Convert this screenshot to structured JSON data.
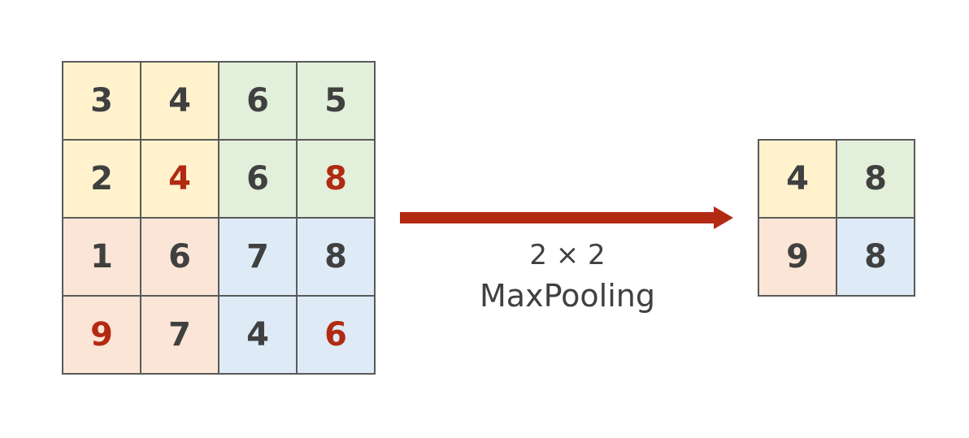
{
  "colors": {
    "yellow": "#fff2cc",
    "green": "#e2efda",
    "peach": "#fbe5d6",
    "blue": "#deebf7",
    "max_text": "#b22a12",
    "normal_text": "#404040",
    "arrow": "#b22a12"
  },
  "input_matrix": [
    [
      {
        "value": "3",
        "quad": "yellow",
        "max": false
      },
      {
        "value": "4",
        "quad": "yellow",
        "max": false
      },
      {
        "value": "6",
        "quad": "green",
        "max": false
      },
      {
        "value": "5",
        "quad": "green",
        "max": false
      }
    ],
    [
      {
        "value": "2",
        "quad": "yellow",
        "max": false
      },
      {
        "value": "4",
        "quad": "yellow",
        "max": true
      },
      {
        "value": "6",
        "quad": "green",
        "max": false
      },
      {
        "value": "8",
        "quad": "green",
        "max": true
      }
    ],
    [
      {
        "value": "1",
        "quad": "peach",
        "max": false
      },
      {
        "value": "6",
        "quad": "peach",
        "max": false
      },
      {
        "value": "7",
        "quad": "blue",
        "max": false
      },
      {
        "value": "8",
        "quad": "blue",
        "max": false
      }
    ],
    [
      {
        "value": "9",
        "quad": "peach",
        "max": true
      },
      {
        "value": "7",
        "quad": "peach",
        "max": false
      },
      {
        "value": "4",
        "quad": "blue",
        "max": false
      },
      {
        "value": "6",
        "quad": "blue",
        "max": true
      }
    ]
  ],
  "output_matrix": [
    [
      {
        "value": "4",
        "quad": "yellow"
      },
      {
        "value": "8",
        "quad": "green"
      }
    ],
    [
      {
        "value": "9",
        "quad": "peach"
      },
      {
        "value": "8",
        "quad": "blue"
      }
    ]
  ],
  "operation": {
    "size_label": "2 × 2",
    "name_label": "MaxPooling"
  }
}
